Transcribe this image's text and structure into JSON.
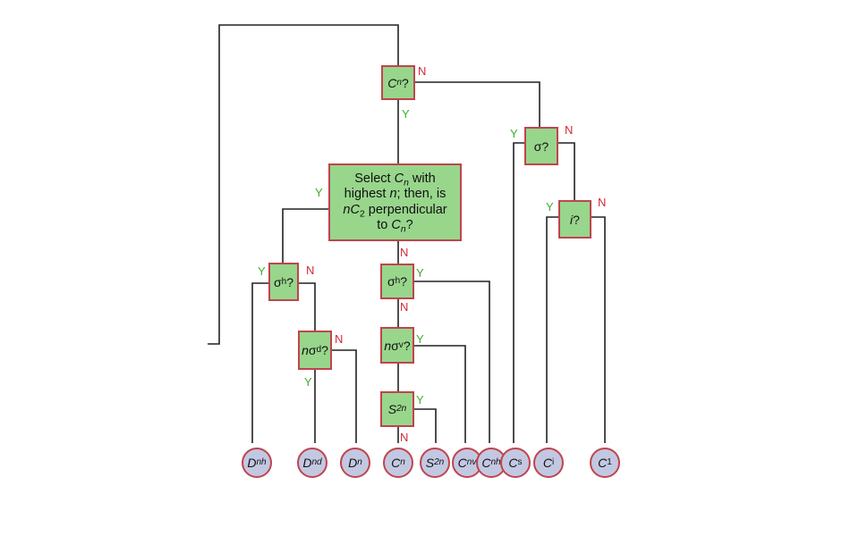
{
  "answers": {
    "yes": "Y",
    "no": "N"
  },
  "questions": {
    "cn": {
      "letter": "C",
      "sub": "n",
      "q": "?"
    },
    "sigma": {
      "symbol": "σ",
      "q": "?"
    },
    "select": {
      "line1_pre": "Select ",
      "line1_letter": "C",
      "line1_sub": "n",
      "line1_post": " with",
      "line2_pre": "highest ",
      "line2_var": "n",
      "line2_post": "; then, is",
      "line3_var": "n",
      "line3_letter": "C",
      "line3_sub": "2",
      "line3_post": " perpendicular",
      "line4_pre": "to ",
      "line4_letter": "C",
      "line4_sub": "n",
      "line4_post": "?"
    },
    "inv": {
      "letter": "i",
      "q": "?"
    },
    "sigma_h_left": {
      "symbol": "σ",
      "sub": "h",
      "q": "?"
    },
    "sigma_h_mid": {
      "symbol": "σ",
      "sub": "h",
      "q": "?"
    },
    "n_sigma_d": {
      "n": "n",
      "symbol": "σ",
      "sub": "d",
      "q": "?"
    },
    "n_sigma_v": {
      "n": "n",
      "symbol": "σ",
      "sub": "v",
      "q": "?"
    },
    "s2n": {
      "letter": "S",
      "sub": "2n"
    }
  },
  "point_groups": [
    {
      "letter": "D",
      "sub": "nh"
    },
    {
      "letter": "D",
      "sub": "nd"
    },
    {
      "letter": "D",
      "sub": "n"
    },
    {
      "letter": "C",
      "sub": "n"
    },
    {
      "letter": "S",
      "sub": "2n"
    },
    {
      "letter": "C",
      "sub": "nv"
    },
    {
      "letter": "C",
      "sub": "nh"
    },
    {
      "letter": "C",
      "sub": "s"
    },
    {
      "letter": "C",
      "sub": "i"
    },
    {
      "letter": "C",
      "sub": "1"
    }
  ],
  "colors": {
    "box_fill": "#98d68c",
    "node_fill": "#c3c8e2",
    "border": "#c0444e",
    "yes": "#3fae2a",
    "no": "#d62839",
    "wire": "#222222"
  }
}
